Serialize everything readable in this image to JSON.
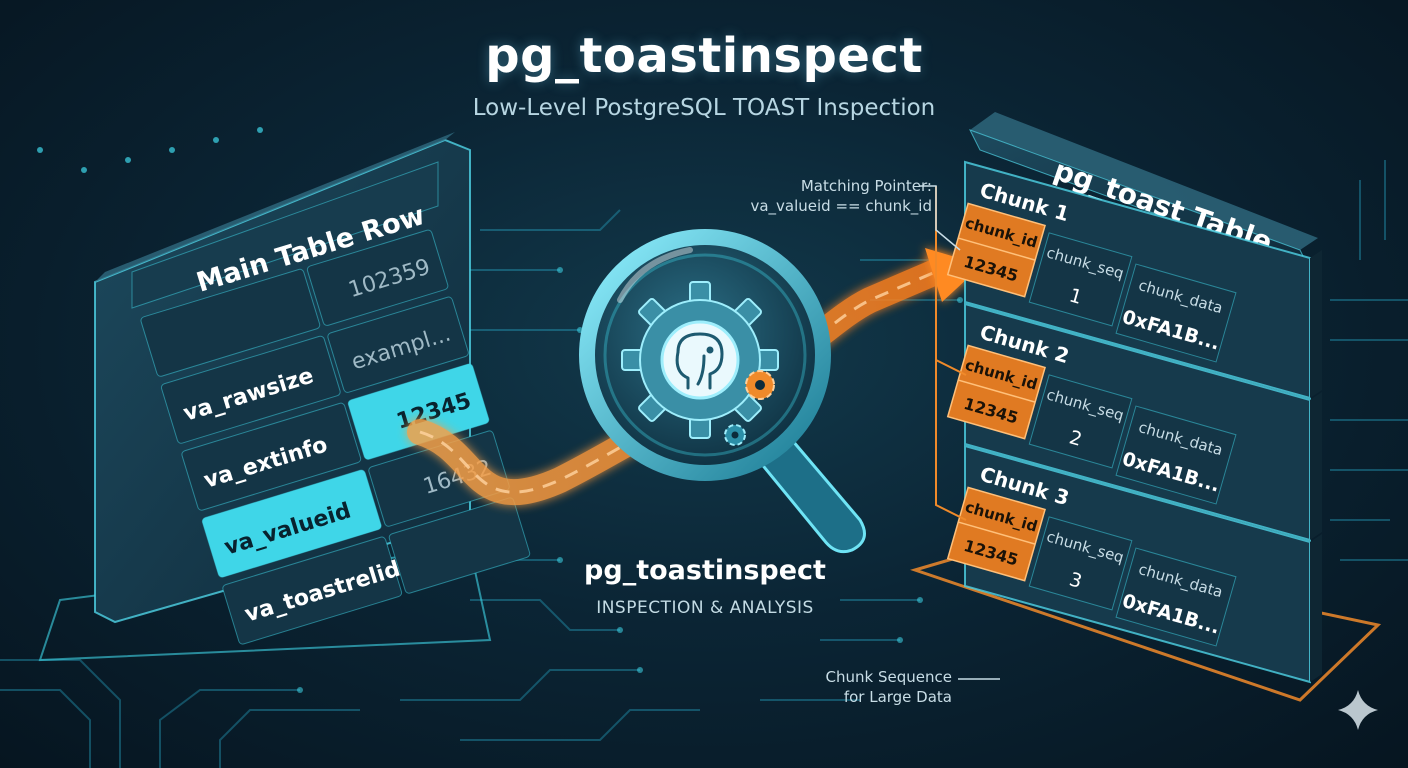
{
  "header": {
    "title": "pg_toastinspect",
    "subtitle": "Low-Level PostgreSQL TOAST Inspection"
  },
  "main_table": {
    "title": "Main Table Row",
    "top_value": "102359",
    "rows": [
      {
        "label": "va_rawsize",
        "value": "exampl..."
      },
      {
        "label": "va_extinfo",
        "value": "12345"
      },
      {
        "label": "va_valueid",
        "value": "16432"
      },
      {
        "label": "va_toastrelid",
        "value": ""
      }
    ]
  },
  "center": {
    "title": "pg_toastinspect",
    "subtitle": "INSPECTION & ANALYSIS"
  },
  "annotations": {
    "pointer_line1": "Matching Pointer:",
    "pointer_line2": "va_valueid == chunk_id",
    "sequence_line1": "Chunk Sequence",
    "sequence_line2": "for Large Data"
  },
  "toast_table": {
    "title": "pg_toast Table",
    "chunks": [
      {
        "name": "Chunk 1",
        "id_label": "chunk_id",
        "id_value": "12345",
        "seq_label": "chunk_seq",
        "seq_value": "1",
        "data_label": "chunk_data",
        "data_value": "0xFA1B..."
      },
      {
        "name": "Chunk 2",
        "id_label": "chunk_id",
        "id_value": "12345",
        "seq_label": "chunk_seq",
        "seq_value": "2",
        "data_label": "chunk_data",
        "data_value": "0xFA1B..."
      },
      {
        "name": "Chunk 3",
        "id_label": "chunk_id",
        "id_value": "12345",
        "seq_label": "chunk_seq",
        "seq_value": "3",
        "data_label": "chunk_data",
        "data_value": "0xFA1B..."
      }
    ]
  },
  "colors": {
    "accent_cyan": "#3fd6e8",
    "accent_orange": "#f08a2a",
    "panel": "#16394a",
    "background": "#0b2535"
  },
  "icons": [
    "magnifier-icon",
    "gear-icon",
    "elephant-icon",
    "sparkle-icon"
  ]
}
